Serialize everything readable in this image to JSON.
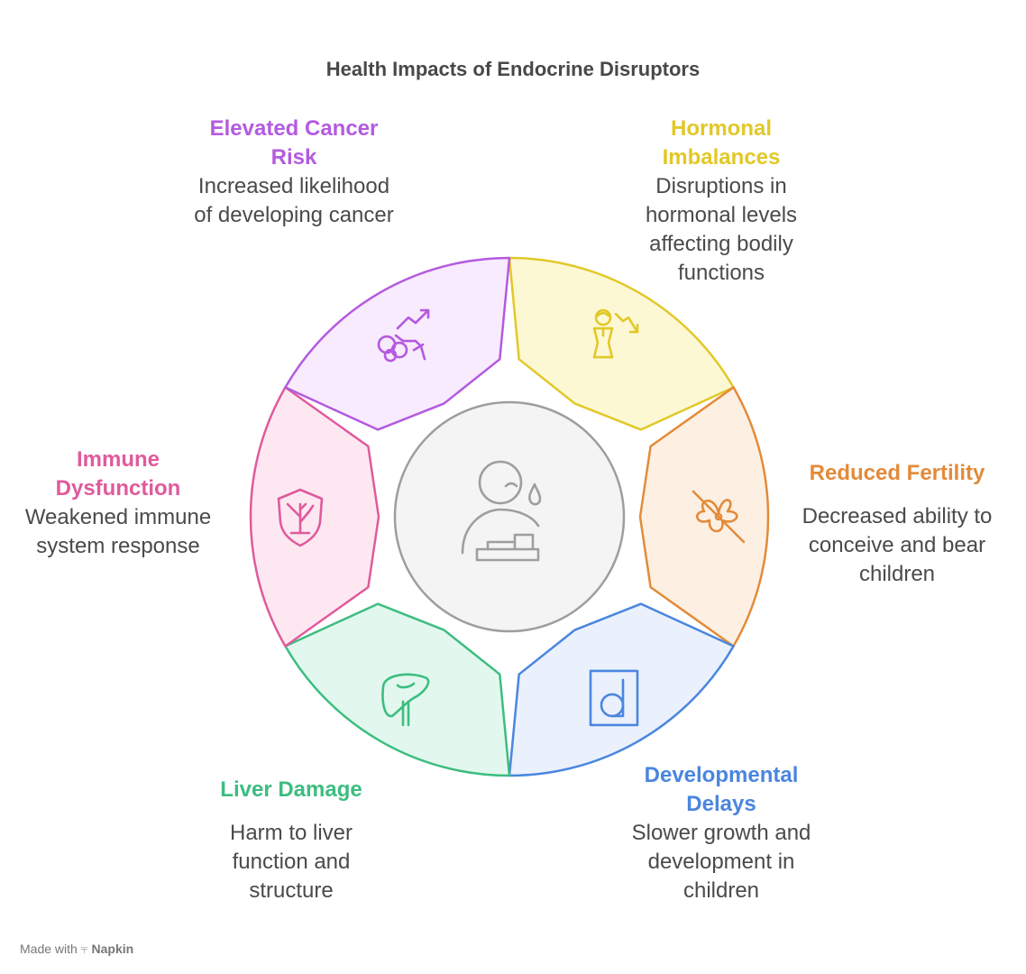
{
  "title": "Health Impacts of Endocrine Disruptors",
  "segments": [
    {
      "id": "hormonal",
      "title": "Hormonal Imbalances",
      "description": "Disruptions in hormonal levels affecting bodily functions",
      "color": "#e2c828",
      "fill": "#fdf8d4",
      "icon": "falling-chart-person-icon"
    },
    {
      "id": "fertility",
      "title": "Reduced Fertility",
      "description": "Decreased ability to conceive and bear children",
      "color": "#e38b3a",
      "fill": "#fdf0e2",
      "icon": "crossed-out-reproductive-icon"
    },
    {
      "id": "developmental",
      "title": "Developmental Delays",
      "description": "Slower growth and development in children",
      "color": "#4a86df",
      "fill": "#eaf1fc",
      "icon": "letter-d-block-icon"
    },
    {
      "id": "liver",
      "title": "Liver Damage",
      "description": "Harm to liver function and structure",
      "color": "#3dbd80",
      "fill": "#e2f8ee",
      "icon": "liver-icon"
    },
    {
      "id": "immune",
      "title": "Immune Dysfunction",
      "description": "Weakened immune system response",
      "color": "#e05a9c",
      "fill": "#fde8f2",
      "icon": "shield-tree-icon"
    },
    {
      "id": "cancer",
      "title": "Elevated Cancer Risk",
      "description": "Increased likelihood of developing cancer",
      "color": "#b45ae0",
      "fill": "#f8ebfd",
      "icon": "cells-rising-trend-icon"
    }
  ],
  "center": {
    "icon": "sad-person-bar-chart-icon"
  },
  "footer": {
    "prefix": "Made with",
    "brand": "Napkin"
  }
}
